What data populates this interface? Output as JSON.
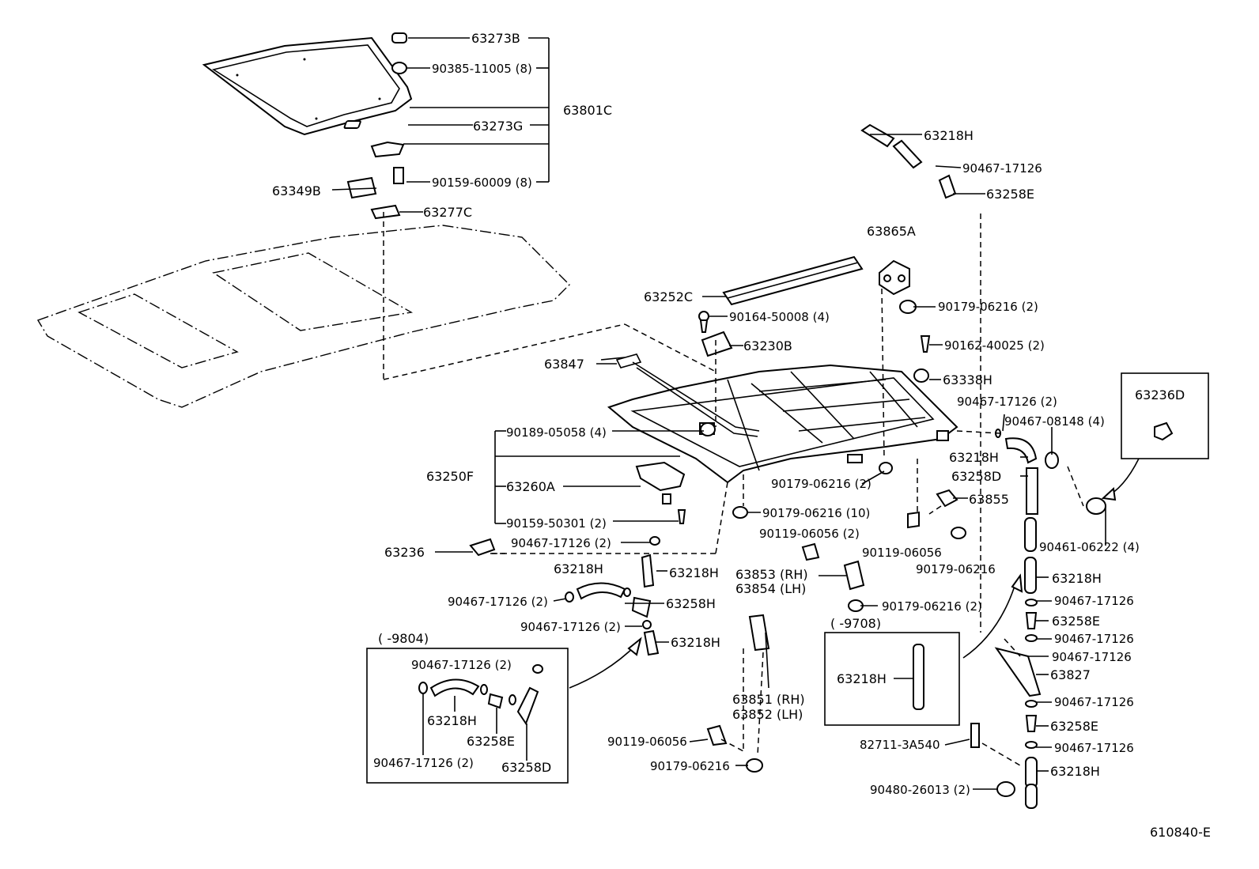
{
  "diagram_code": "610840-E",
  "callouts": {
    "c63273B": "63273B",
    "c90385": "90385-11005 (8)",
    "c63801C": "63801C",
    "c63273G": "63273G",
    "c90159_60009": "90159-60009 (8)",
    "c63349B": "63349B",
    "c63277C": "63277C",
    "c63218H_top": "63218H",
    "c90467_top": "90467-17126",
    "c63258E_top": "63258E",
    "c63865A": "63865A",
    "c63252C": "63252C",
    "c90179_06216_2a": "90179-06216 (2)",
    "c90164": "90164-50008 (4)",
    "c63230B": "63230B",
    "c90162": "90162-40025 (2)",
    "c63847": "63847",
    "c63338H": "63338H",
    "c90467_2_right": "90467-17126 (2)",
    "c63236D": "63236D",
    "c90467_08148": "90467-08148 (4)",
    "c90189": "90189-05058 (4)",
    "c63218H_r1": "63218H",
    "c63258D_r": "63258D",
    "c63250F": "63250F",
    "c63260A": "63260A",
    "c90179_06216_2b": "90179-06216 (2)",
    "c63855": "63855",
    "c90179_06216_10": "90179-06216 (10)",
    "c90159_50301": "90159-50301 (2)",
    "c90119_06056_2": "90119-06056 (2)",
    "c90119_06056_m": "90119-06056",
    "c90461": "90461-06222 (4)",
    "c63236": "63236",
    "c90467_2_left": "90467-17126 (2)",
    "c90179_06216_m": "90179-06216",
    "c63218H_l1": "63218H",
    "c63218H_l2": "63218H",
    "c63853": "63853 (RH)",
    "c63854": "63854 (LH)",
    "c63218H_r2": "63218H",
    "c90467_2_left2": "90467-17126 (2)",
    "c63258H": "63258H",
    "c90179_06216_2c": "90179-06216 (2)",
    "c90467_r1": "90467-17126",
    "c63258E_r1": "63258E",
    "c90467_2_left3": "90467-17126 (2)",
    "c63218H_l3": "63218H",
    "c90467_r2": "90467-17126",
    "c90467_r3": "90467-17126",
    "c63827": "63827",
    "c9804": "(      -9804)",
    "c9708": "(      -9708)",
    "c63851": "63851 (RH)",
    "c63852": "63852 (LH)",
    "c63218H_box2": "63218H",
    "c90467_r4": "90467-17126",
    "c63258E_r2": "63258E",
    "c90467_r5": "90467-17126",
    "c63218H_r3": "63218H",
    "c90119_06056_b": "90119-06056",
    "c82711": "82711-3A540",
    "c90179_06216_b": "90179-06216",
    "c90480": "90480-26013 (2)",
    "box1_90467_a": "90467-17126 (2)",
    "box1_63218H": "63218H",
    "box1_63258E": "63258E",
    "box1_90467_b": "90467-17126 (2)",
    "box1_63258D": "63258D"
  }
}
